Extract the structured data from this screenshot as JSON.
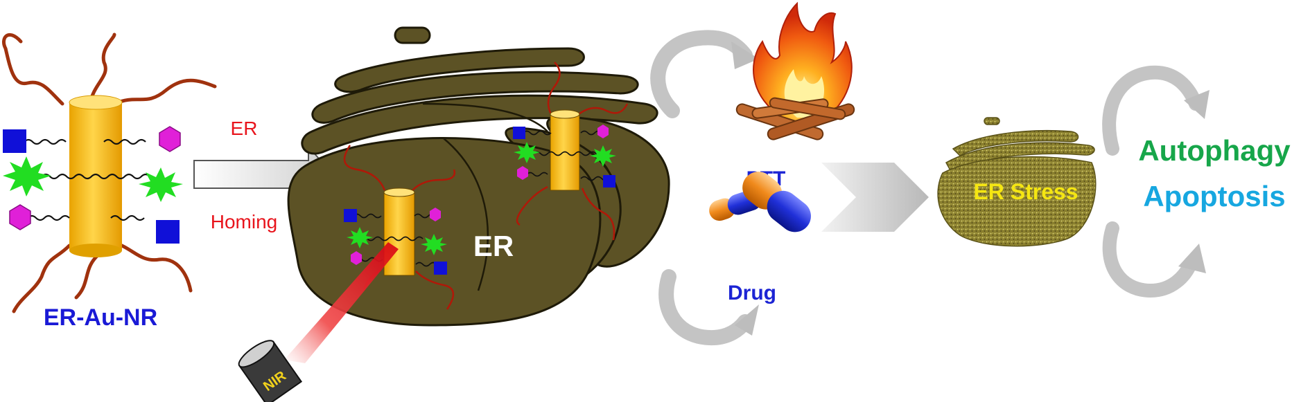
{
  "labels": {
    "nanorod": "ER-Au-NR",
    "arrow_line1": "ER",
    "arrow_line2": "Homing",
    "organelle": "ER",
    "laser": "NIR",
    "ptt": "PTT",
    "drug": "Drug",
    "stress": "ER Stress",
    "outcome1": "Autophagy",
    "outcome2": "Apoptosis"
  },
  "colors": {
    "nanorod_label": "#1a1ad6",
    "arrow_text": "#e8141c",
    "organelle_label": "#ffffff",
    "laser_label": "#f2d21c",
    "ptt_drug_label": "#1c24d4",
    "stress_label": "#f5e612",
    "autophagy": "#17a64a",
    "apoptosis": "#17a7e0",
    "er_body": "#5c5225",
    "gold_rod": "#f4b81c",
    "ligand_square": "#1010d8",
    "ligand_hexagon": "#e020d8",
    "ligand_star": "#22dd22",
    "polymer_chain": "#a0320e",
    "laser_beam": "#e81018"
  },
  "icons": [
    "fire-icon",
    "capsule-icon",
    "laser-icon",
    "gold-nanorod-icon"
  ]
}
